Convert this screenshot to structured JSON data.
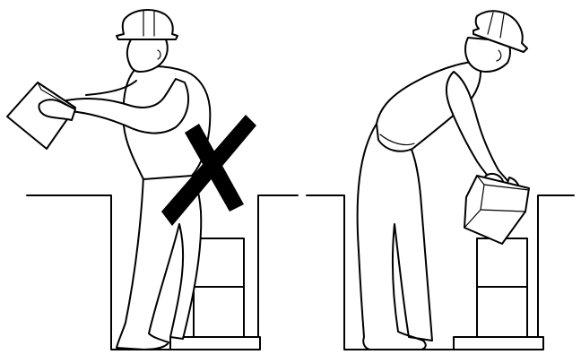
{
  "diagram": {
    "panels": [
      {
        "id": "incorrect",
        "verdict": "incorrect",
        "mark_icon": "x-mark-icon",
        "figure_icon": "worker-hard-hat-icon",
        "box_icon": "box-icon",
        "pit_boxes": 2
      },
      {
        "id": "correct",
        "verdict": "correct",
        "mark_icon": "",
        "figure_icon": "worker-hard-hat-icon",
        "box_icon": "box-icon",
        "pit_boxes": 2
      }
    ],
    "colors": {
      "line": "#000000",
      "background": "#ffffff"
    }
  }
}
